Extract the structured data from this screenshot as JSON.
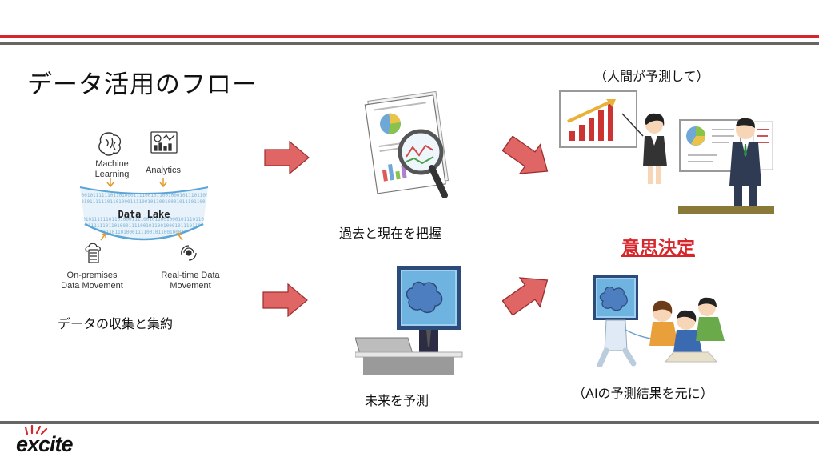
{
  "title": "データ活用のフロー",
  "data_lake": {
    "machine_learning": "Machine\nLearning",
    "analytics": "Analytics",
    "lake_label": "Data Lake",
    "on_premises": "On-premises\nData Movement",
    "realtime": "Real-time Data\nMovement",
    "binary": "0001011111101101000111100101100100010111011001100111001011100001101"
  },
  "collect_label": "データの収集と集約",
  "past_label": "過去と現在を把握",
  "future_label": "未来を予測",
  "human_label": {
    "open": "（",
    "text": "人間が予測して",
    "close": "）"
  },
  "decision_label": "意思決定",
  "ai_label": {
    "open": "（AIの",
    "text": "予測結果を元に",
    "close": "）"
  },
  "logo": "excite",
  "colors": {
    "accent_red": "#d7262b",
    "arrow": "#e06666",
    "arrow_stroke": "#9c2e2e",
    "lake_blue": "#5aa5d6"
  }
}
